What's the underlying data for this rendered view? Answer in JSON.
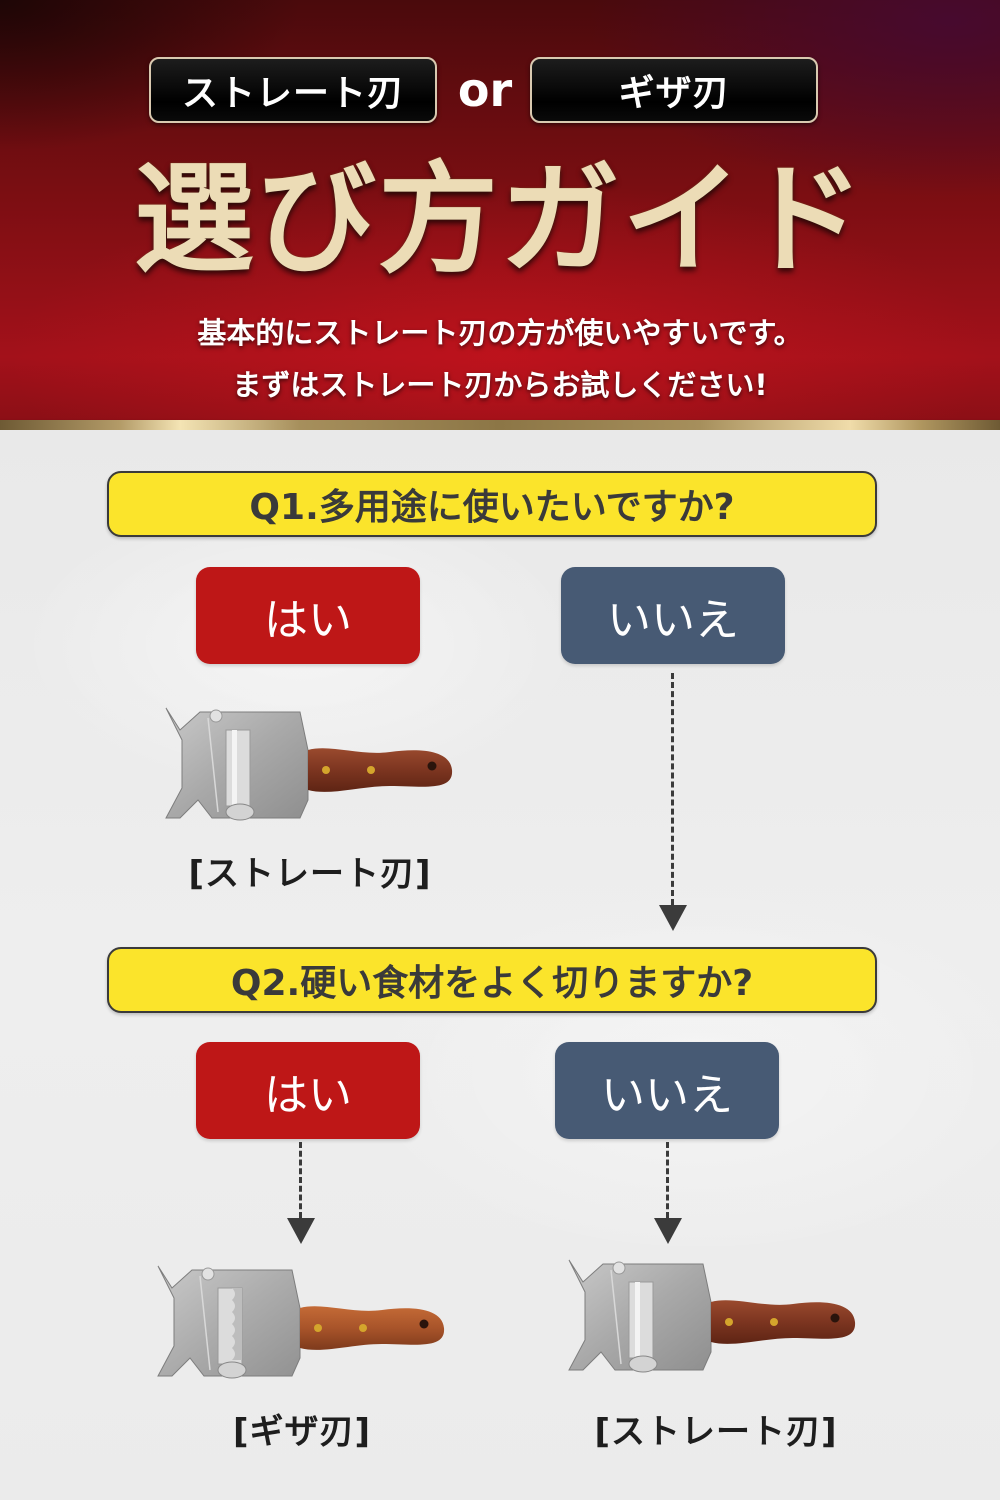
{
  "header": {
    "tag_left": "ストレート刃",
    "connector": "or",
    "tag_right": "ギザ刃",
    "title": "選び方ガイド",
    "subtitle_line1": "基本的にストレート刃の方が使いやすいです。",
    "subtitle_line2": "まずはストレート刃からお試しください!"
  },
  "colors": {
    "header_red": "#a3111a",
    "header_dark": "#4a0a0c",
    "title_gold": "#ecdcb6",
    "gold_band": "#b39b68",
    "question_yellow": "#fbe42b",
    "yes_red": "#be1717",
    "no_slate": "#475a74",
    "arrow_gray": "#3b3b3b",
    "background": "#ececec"
  },
  "flow": {
    "q1": {
      "question": "Q1.多用途に使いたいですか?",
      "yes_label": "はい",
      "no_label": "いいえ",
      "yes_result": {
        "icon": "truffle-slicer-straight-icon",
        "label": "[ストレート刃]"
      },
      "no_next": "Q2"
    },
    "q2": {
      "question": "Q2.硬い食材をよく切りますか?",
      "yes_label": "はい",
      "no_label": "いいえ",
      "yes_result": {
        "icon": "truffle-slicer-serrated-icon",
        "label": "[ギザ刃]"
      },
      "no_result": {
        "icon": "truffle-slicer-straight-icon",
        "label": "[ストレート刃]"
      }
    }
  }
}
